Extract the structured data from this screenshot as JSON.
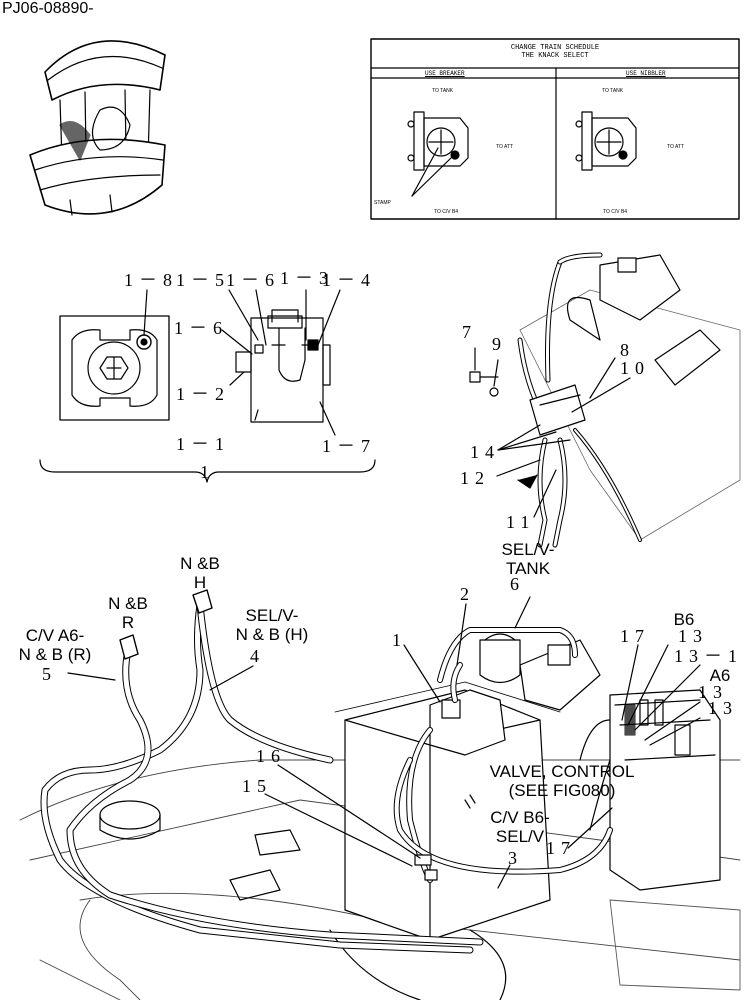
{
  "header": {
    "part_code": "PJ06-08890-"
  },
  "schedule_table": {
    "title_line1": "CHANGE TRAIN SCHEDULE",
    "title_line2": "THE KNACK SELECT",
    "col_breaker": "USE BREAKER",
    "col_nibbler": "USE NIBBLER",
    "breaker": {
      "to_tank": "TO TANK",
      "to_att": "TO ATT",
      "stamp": "STAMP",
      "to_cv": "TO C/V B4"
    },
    "nibbler": {
      "to_tank": "TO TANK",
      "to_att": "TO ATT",
      "to_cv": "TO C/V B4"
    }
  },
  "detail_callouts": {
    "c1_8": "1－8",
    "c1_5": "1－5",
    "c1_6a": "1－6",
    "c1_3": "1－3",
    "c1_4": "1－4",
    "c1_6b": "1－6",
    "c1_2": "1－2",
    "c1_1": "1－1",
    "c1_7": "1－7",
    "c1": "1"
  },
  "upper_right_callouts": {
    "c7": "7",
    "c9": "9",
    "c8": "8",
    "c10": "10",
    "c14": "14",
    "c12": "12",
    "c11": "11",
    "sel_tank": "SEL/V-\nTANK"
  },
  "main_callouts": {
    "c6": "6",
    "c2": "2",
    "c1": "1",
    "c16": "16",
    "c15": "15",
    "c3": "3",
    "c4": "4",
    "c5": "5",
    "c17a": "17",
    "c13a": "13",
    "c13_1": "13－1",
    "c13b": "13",
    "c13c": "13",
    "c17b": "17"
  },
  "hose_labels": {
    "nb_h": "N &B\nH",
    "nb_r": "N &B\nR",
    "cv_a6": "C/V A6-\nN & B (R)",
    "sel_nbh": "SEL/V-\nN & B (H)",
    "b6": "B6",
    "a6": "A6",
    "valve_control": "VALVE, CONTROL\n(SEE FIG080)",
    "cv_b6": "C/V B6-\nSEL/V"
  }
}
